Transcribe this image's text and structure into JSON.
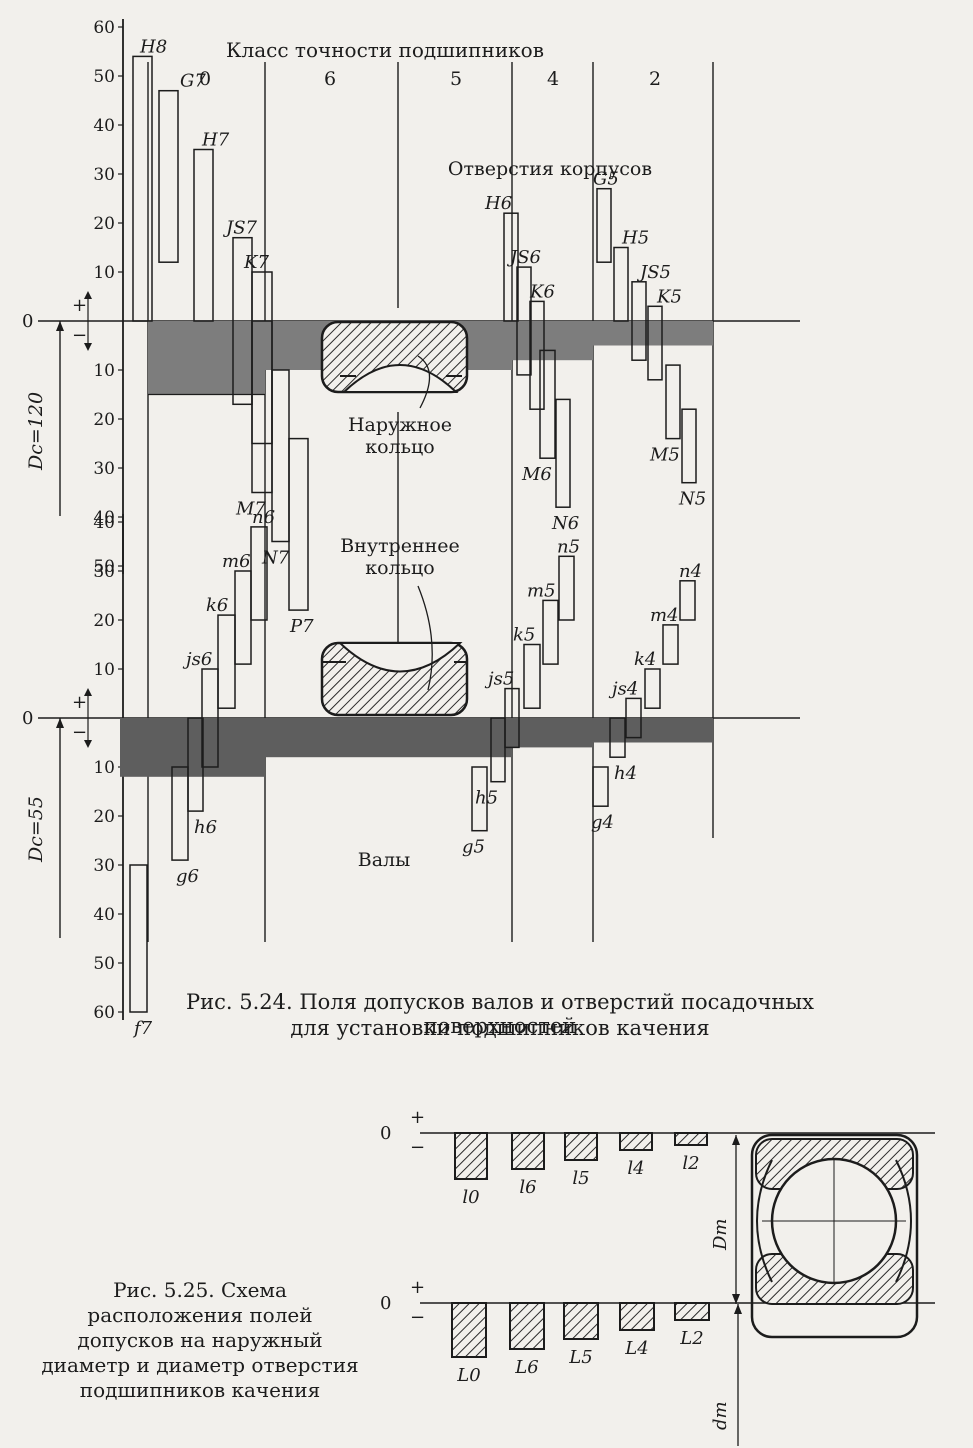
{
  "figure_524": {
    "header": "Класс точности подшипников",
    "accuracy_classes": [
      "0",
      "6",
      "5",
      "4",
      "2"
    ],
    "housing_title": "Отверстия корпусов",
    "shaft_title": "Валы",
    "outer_ring_label": [
      "Наружное",
      "кольцо"
    ],
    "inner_ring_label": [
      "Внутреннее",
      "кольцо"
    ],
    "housing_axis": {
      "diameter_label": "D",
      "diameter_subscript": "c",
      "diameter_value": "=120",
      "zero_label": "0",
      "plus": "+",
      "minus": "−",
      "ticks": [
        "10",
        "20",
        "30",
        "40",
        "50",
        "60"
      ],
      "ticks_neg": [
        "10",
        "20",
        "30",
        "40",
        "50"
      ]
    },
    "shaft_axis": {
      "diameter_label": "D",
      "diameter_subscript": "c",
      "diameter_value": "=55",
      "zero_label": "0",
      "plus": "+",
      "minus": "−",
      "ticks": [
        "10",
        "20",
        "30",
        "40"
      ],
      "ticks_neg": [
        "10",
        "20",
        "30",
        "40",
        "50",
        "60"
      ]
    },
    "housing_fields": [
      {
        "label": "H8",
        "upper": 54,
        "lower": 0
      },
      {
        "label": "G7",
        "upper": 47,
        "lower": 12
      },
      {
        "label": "H7",
        "upper": 35,
        "lower": 0
      },
      {
        "label": "JS7",
        "upper": 17,
        "lower": -17
      },
      {
        "label": "K7",
        "upper": 10,
        "lower": -25
      },
      {
        "label": "M7",
        "upper": 0,
        "lower": -35
      },
      {
        "label": "N7",
        "upper": -10,
        "lower": -45
      },
      {
        "label": "P7",
        "upper": -24,
        "lower": -59
      },
      {
        "label": "H6",
        "upper": 22,
        "lower": 0
      },
      {
        "label": "JS6",
        "upper": 11,
        "lower": -11
      },
      {
        "label": "K6",
        "upper": 4,
        "lower": -18
      },
      {
        "label": "M6",
        "upper": -6,
        "lower": -28
      },
      {
        "label": "N6",
        "upper": -16,
        "lower": -38
      },
      {
        "label": "G5",
        "upper": 27,
        "lower": 12
      },
      {
        "label": "H5",
        "upper": 15,
        "lower": 0
      },
      {
        "label": "JS5",
        "upper": 8,
        "lower": -8
      },
      {
        "label": "K5",
        "upper": 3,
        "lower": -12
      },
      {
        "label": "M5",
        "upper": -9,
        "lower": -24
      },
      {
        "label": "N5",
        "upper": -18,
        "lower": -33
      }
    ],
    "shaft_fields": [
      {
        "label": "n6",
        "upper": 39,
        "lower": 20
      },
      {
        "label": "m6",
        "upper": 30,
        "lower": 11
      },
      {
        "label": "k6",
        "upper": 21,
        "lower": 2
      },
      {
        "label": "js6",
        "upper": 10,
        "lower": -10
      },
      {
        "label": "h6",
        "upper": 0,
        "lower": -19
      },
      {
        "label": "g6",
        "upper": -10,
        "lower": -29
      },
      {
        "label": "f7",
        "upper": -30,
        "lower": -60
      },
      {
        "label": "n5",
        "upper": 33,
        "lower": 20
      },
      {
        "label": "m5",
        "upper": 24,
        "lower": 11
      },
      {
        "label": "k5",
        "upper": 15,
        "lower": 2
      },
      {
        "label": "js5",
        "upper": 6,
        "lower": -6
      },
      {
        "label": "h5",
        "upper": 0,
        "lower": -13
      },
      {
        "label": "g5",
        "upper": -10,
        "lower": -23
      },
      {
        "label": "n4",
        "upper": 28,
        "lower": 20
      },
      {
        "label": "m4",
        "upper": 19,
        "lower": 11
      },
      {
        "label": "k4",
        "upper": 10,
        "lower": 2
      },
      {
        "label": "js4",
        "upper": 4,
        "lower": -4
      },
      {
        "label": "h4",
        "upper": 0,
        "lower": -8
      },
      {
        "label": "g4",
        "upper": -10,
        "lower": -18
      }
    ],
    "caption_line1": "Рис. 5.24. Поля допусков валов и отверстий посадочных поверхностей",
    "caption_line2": "для установки подшипников качения"
  },
  "figure_525": {
    "zero_label": "0",
    "plus": "+",
    "minus": "−",
    "outer_fields": [
      "l0",
      "l6",
      "l5",
      "l4",
      "l2"
    ],
    "inner_fields": [
      "L0",
      "L6",
      "L5",
      "L4",
      "L2"
    ],
    "outer_dim_label": "D",
    "outer_dim_subscript": "m",
    "inner_dim_label": "d",
    "inner_dim_subscript": "m",
    "caption": [
      "Рис. 5.25. Схема",
      "расположения полей",
      "допусков на наружный",
      "диаметр и диаметр отверстия",
      "подшипников качения"
    ]
  }
}
